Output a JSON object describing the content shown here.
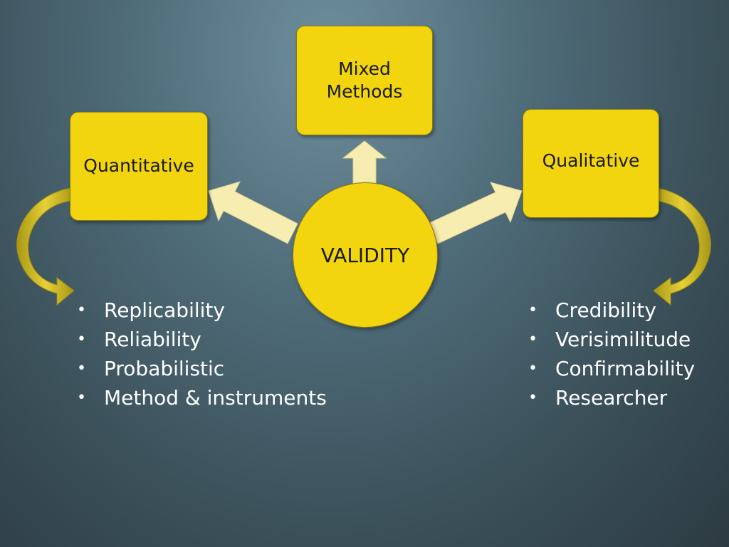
{
  "diagram": {
    "center": {
      "label": "VALIDITY"
    },
    "nodes": {
      "mixed": {
        "label": "Mixed\nMethods"
      },
      "quantitative": {
        "label": "Quantitative"
      },
      "qualitative": {
        "label": "Qualitative"
      }
    },
    "lists": {
      "quantitative": [
        "Replicability",
        "Reliability",
        "Probabilistic",
        "Method & instruments"
      ],
      "qualitative": [
        "Credibility",
        "Verisimilitude",
        "Confirmability",
        "Researcher"
      ]
    }
  },
  "colors": {
    "box_fill": "#f2d50f",
    "arrow_fill": "#f7edb0",
    "curved_arrow": "#d8c21e",
    "text": "#1a1a1a",
    "list_text": "#ffffff"
  }
}
